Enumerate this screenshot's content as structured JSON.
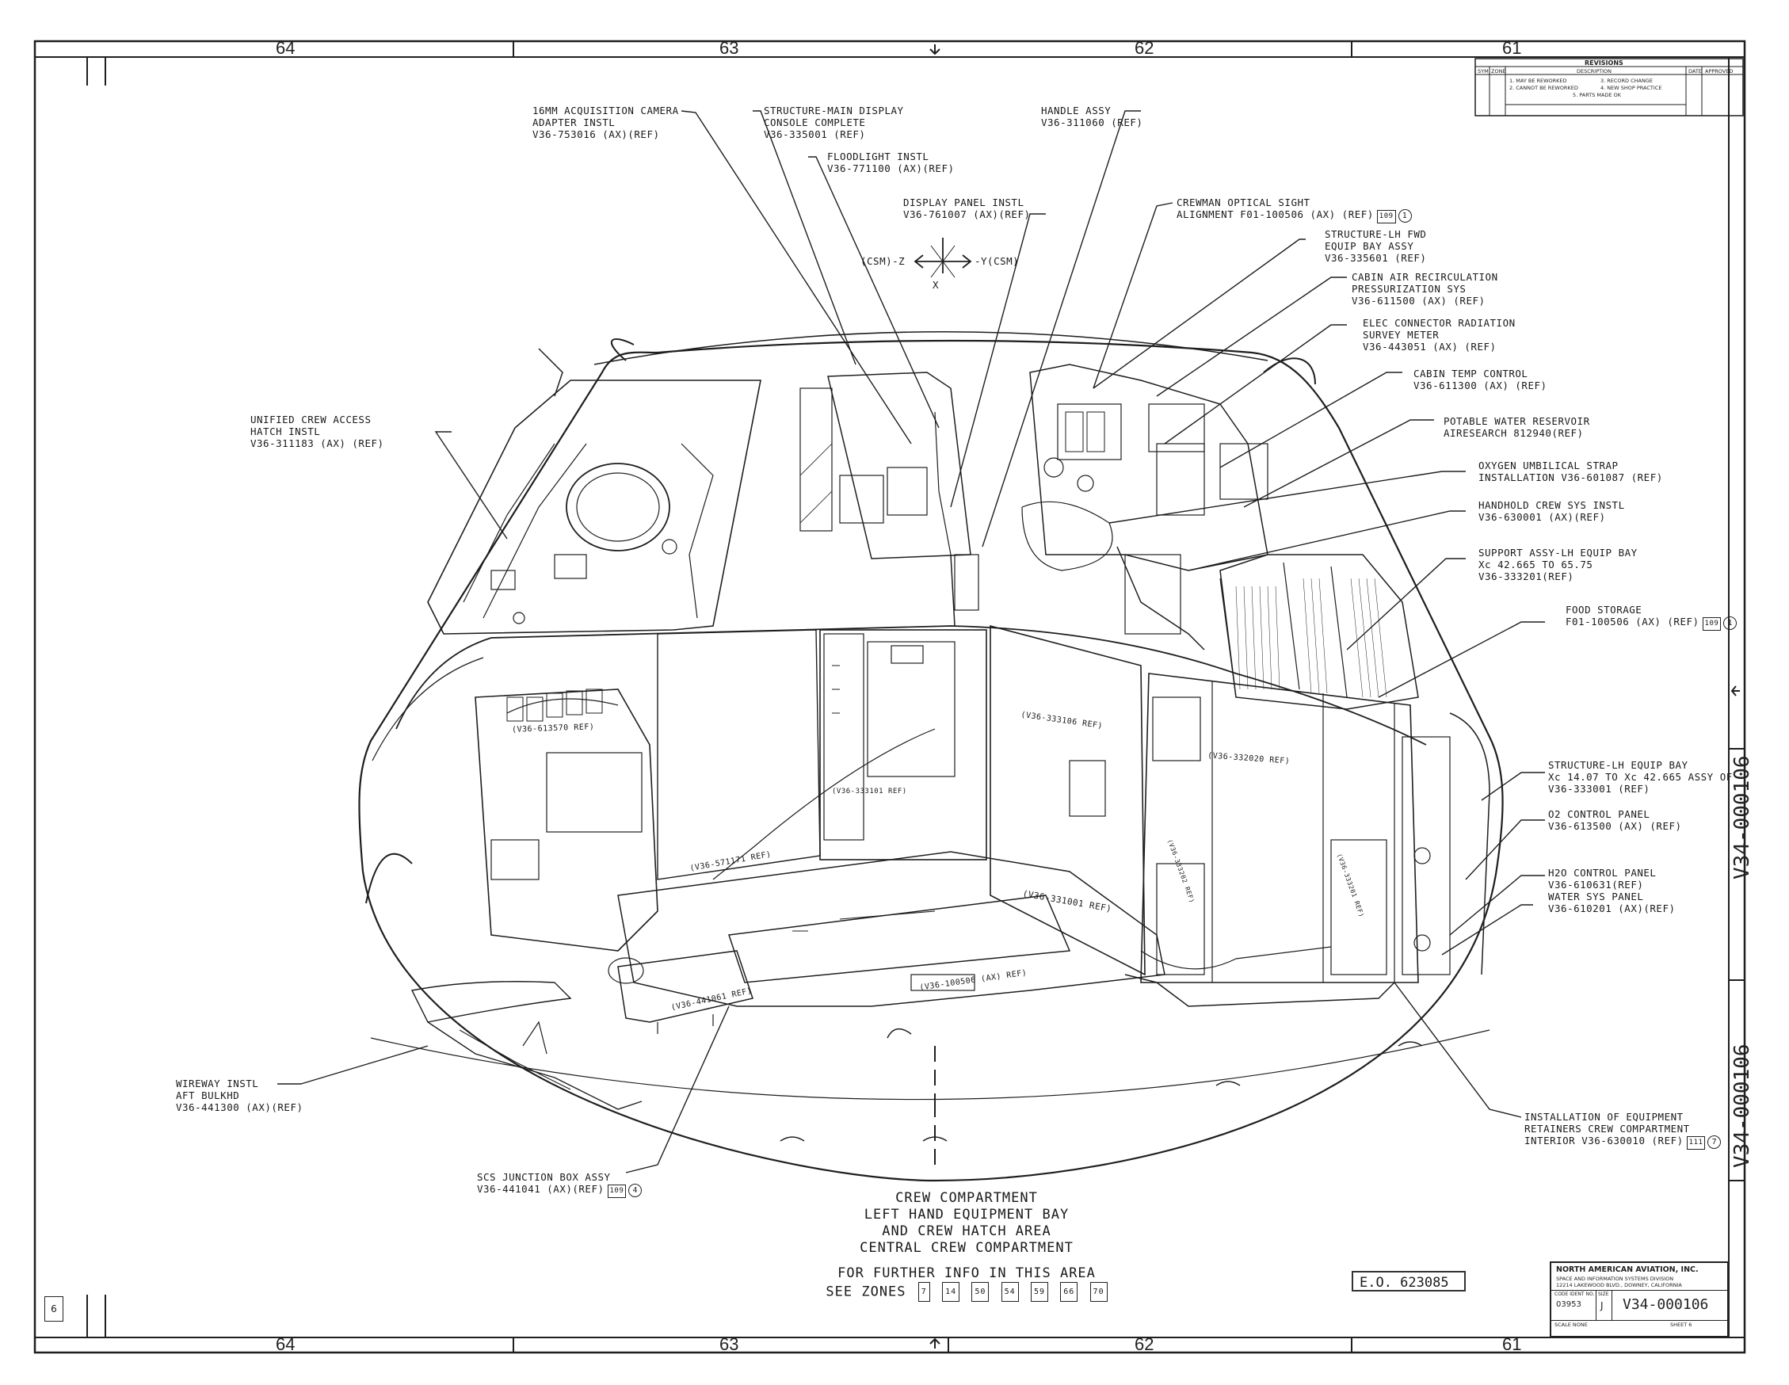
{
  "zones": {
    "top": [
      "64",
      "63",
      "62",
      "61"
    ],
    "bottom": [
      "64",
      "63",
      "62",
      "61"
    ]
  },
  "sheet_box": "6",
  "revisions": {
    "title": "REVISIONS",
    "headers": [
      "SYM",
      "ZONE",
      "DESCRIPTION",
      "DATE",
      "APPROVED"
    ],
    "notes": [
      "1. MAY BE REWORKED",
      "2. CANNOT BE REWORKED",
      "3. RECORD CHANGE",
      "4. NEW SHOP PRACTICE",
      "5. PARTS MADE OK"
    ]
  },
  "axes": {
    "left": "(CSM)-Z",
    "right": "-Y(CSM)",
    "down": "X"
  },
  "callouts": {
    "camera": [
      "16MM ACQUISITION CAMERA",
      "ADAPTER INSTL",
      "V36-753016 (AX)(REF)"
    ],
    "console": [
      "STRUCTURE-MAIN DISPLAY",
      "CONSOLE COMPLETE",
      "V36-335001 (REF)"
    ],
    "floodlight": [
      "FLOODLIGHT INSTL",
      "V36-771100 (AX)(REF)"
    ],
    "display_panel": [
      "DISPLAY PANEL INSTL",
      "V36-761007 (AX)(REF)"
    ],
    "handle": [
      "HANDLE ASSY",
      "V36-311060 (REF)"
    ],
    "optical_sight": [
      "CREWMAN OPTICAL SIGHT",
      "ALIGNMENT F01-100506 (AX) (REF)"
    ],
    "optical_sight_zone": "109",
    "optical_sight_note": "1",
    "lh_fwd_bay": [
      "STRUCTURE-LH FWD",
      "EQUIP BAY ASSY",
      "V36-335601 (REF)"
    ],
    "air_recirc": [
      "CABIN AIR RECIRCULATION",
      "PRESSURIZATION SYS",
      "V36-611500 (AX) (REF)"
    ],
    "connector": [
      "ELEC CONNECTOR RADIATION",
      "SURVEY METER",
      "V36-443051 (AX) (REF)"
    ],
    "temp_control": [
      "CABIN TEMP CONTROL",
      "V36-611300 (AX) (REF)"
    ],
    "water_reservoir": [
      "POTABLE WATER RESERVOIR",
      "AIRESEARCH 812940(REF)"
    ],
    "oxygen": [
      "OXYGEN UMBILICAL STRAP",
      "INSTALLATION V36-601087 (REF)"
    ],
    "handhold": [
      "HANDHOLD CREW SYS INSTL",
      "V36-630001 (AX)(REF)"
    ],
    "support": [
      "SUPPORT ASSY-LH EQUIP BAY",
      "Xc 42.665 TO 65.75",
      "V36-333201(REF)"
    ],
    "food": [
      "FOOD STORAGE",
      "F01-100506 (AX) (REF)"
    ],
    "food_zone": "109",
    "food_note": "1",
    "hatch": [
      "UNIFIED CREW ACCESS",
      "HATCH INSTL",
      "V36-311183 (AX) (REF)"
    ],
    "lh_bay": [
      "STRUCTURE-LH EQUIP BAY",
      "Xc 14.07 TO Xc 42.665 ASSY OF",
      "V36-333001 (REF)"
    ],
    "o2_panel": [
      "O2 CONTROL PANEL",
      "V36-613500 (AX) (REF)"
    ],
    "h2o_panel": [
      "H2O CONTROL PANEL",
      "V36-610631(REF)"
    ],
    "water_sys": [
      "WATER SYS PANEL",
      "V36-610201 (AX)(REF)"
    ],
    "wireway": [
      "WIREWAY INSTL",
      "AFT BULKHD",
      "V36-441300 (AX)(REF)"
    ],
    "scs": [
      "SCS JUNCTION BOX ASSY",
      "V36-441041 (AX)(REF)"
    ],
    "scs_zone": "109",
    "scs_note": "4",
    "retainers": [
      "INSTALLATION OF EQUIPMENT",
      "RETAINERS CREW COMPARTMENT",
      "INTERIOR V36-630010 (REF)"
    ],
    "retainers_zone": "111",
    "retainers_note": "7"
  },
  "part_labels": {
    "p1": "(V36-613570 REF)",
    "p2": "(V36-333106 REF)",
    "p3": "(V36-332020 REF)",
    "p4": "(V36-331001 REF)",
    "p5": "(V36-441061 REF)",
    "p6": "(V36-100506 (AX) REF)",
    "p7": "(V36-333101 REF)",
    "p8": "(V36-571171 REF)",
    "p9": "(V36-333202 REF)",
    "p10": "(V36-333201 REF)"
  },
  "caption": [
    "CREW COMPARTMENT",
    "LEFT HAND EQUIPMENT BAY",
    "AND CREW HATCH AREA",
    "CENTRAL CREW COMPARTMENT"
  ],
  "further_info": "FOR FURTHER INFO IN THIS AREA",
  "see_zones": "SEE ZONES",
  "see_zone_list": [
    "7",
    "14",
    "50",
    "54",
    "59",
    "66",
    "70"
  ],
  "eo": "E.O. 623085",
  "title_block": {
    "company": "NORTH AMERICAN AVIATION, INC.",
    "division": "SPACE AND INFORMATION SYSTEMS DIVISION",
    "address": "12214 LAKEWOOD BLVD., DOWNEY, CALIFORNIA",
    "code_ident_label": "CODE IDENT NO.",
    "code_ident": "03953",
    "size_label": "SIZE",
    "size": "J",
    "drawing_no": "V34-000106",
    "scale_label": "SCALE NONE",
    "sheet_label": "SHEET 6"
  },
  "side_number": "V34-000106"
}
